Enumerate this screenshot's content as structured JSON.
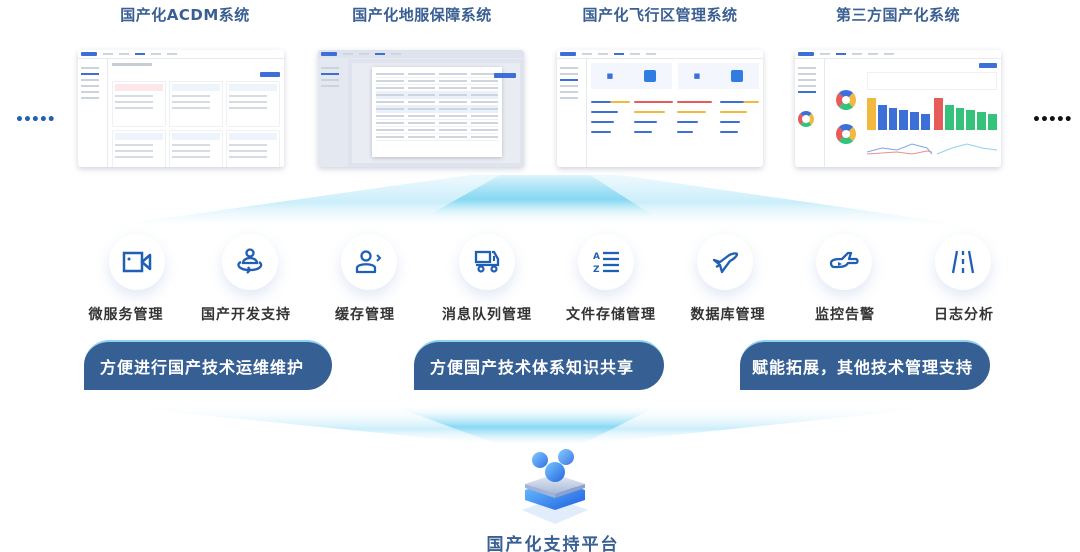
{
  "systems": [
    {
      "title": "国产化ACDM系统"
    },
    {
      "title": "国产化地服保障系统"
    },
    {
      "title": "国产化飞行区管理系统"
    },
    {
      "title": "第三方国产化系统"
    }
  ],
  "more_indicator": "•••••",
  "capabilities": [
    {
      "label": "微服务管理",
      "icon": "video-camera-icon"
    },
    {
      "label": "国产开发支持",
      "icon": "person-orbit-icon"
    },
    {
      "label": "缓存管理",
      "icon": "user-arrow-icon"
    },
    {
      "label": "消息队列管理",
      "icon": "truck-icon"
    },
    {
      "label": "文件存储管理",
      "icon": "sort-az-list-icon"
    },
    {
      "label": "数据库管理",
      "icon": "airplane-icon"
    },
    {
      "label": "监控告警",
      "icon": "plane-landing-icon"
    },
    {
      "label": "日志分析",
      "icon": "runway-icon"
    }
  ],
  "benefits": [
    {
      "label": "方便进行国产技术运维维护"
    },
    {
      "label": "方便国产技术体系知识共享"
    },
    {
      "label": "赋能拓展，其他技术管理支持"
    }
  ],
  "platform": {
    "title": "国产化支持平台"
  },
  "colors": {
    "title": "#3a5f93",
    "icon": "#1f5fb4",
    "banner": "#365f93",
    "glow": "#7fd6f2"
  }
}
